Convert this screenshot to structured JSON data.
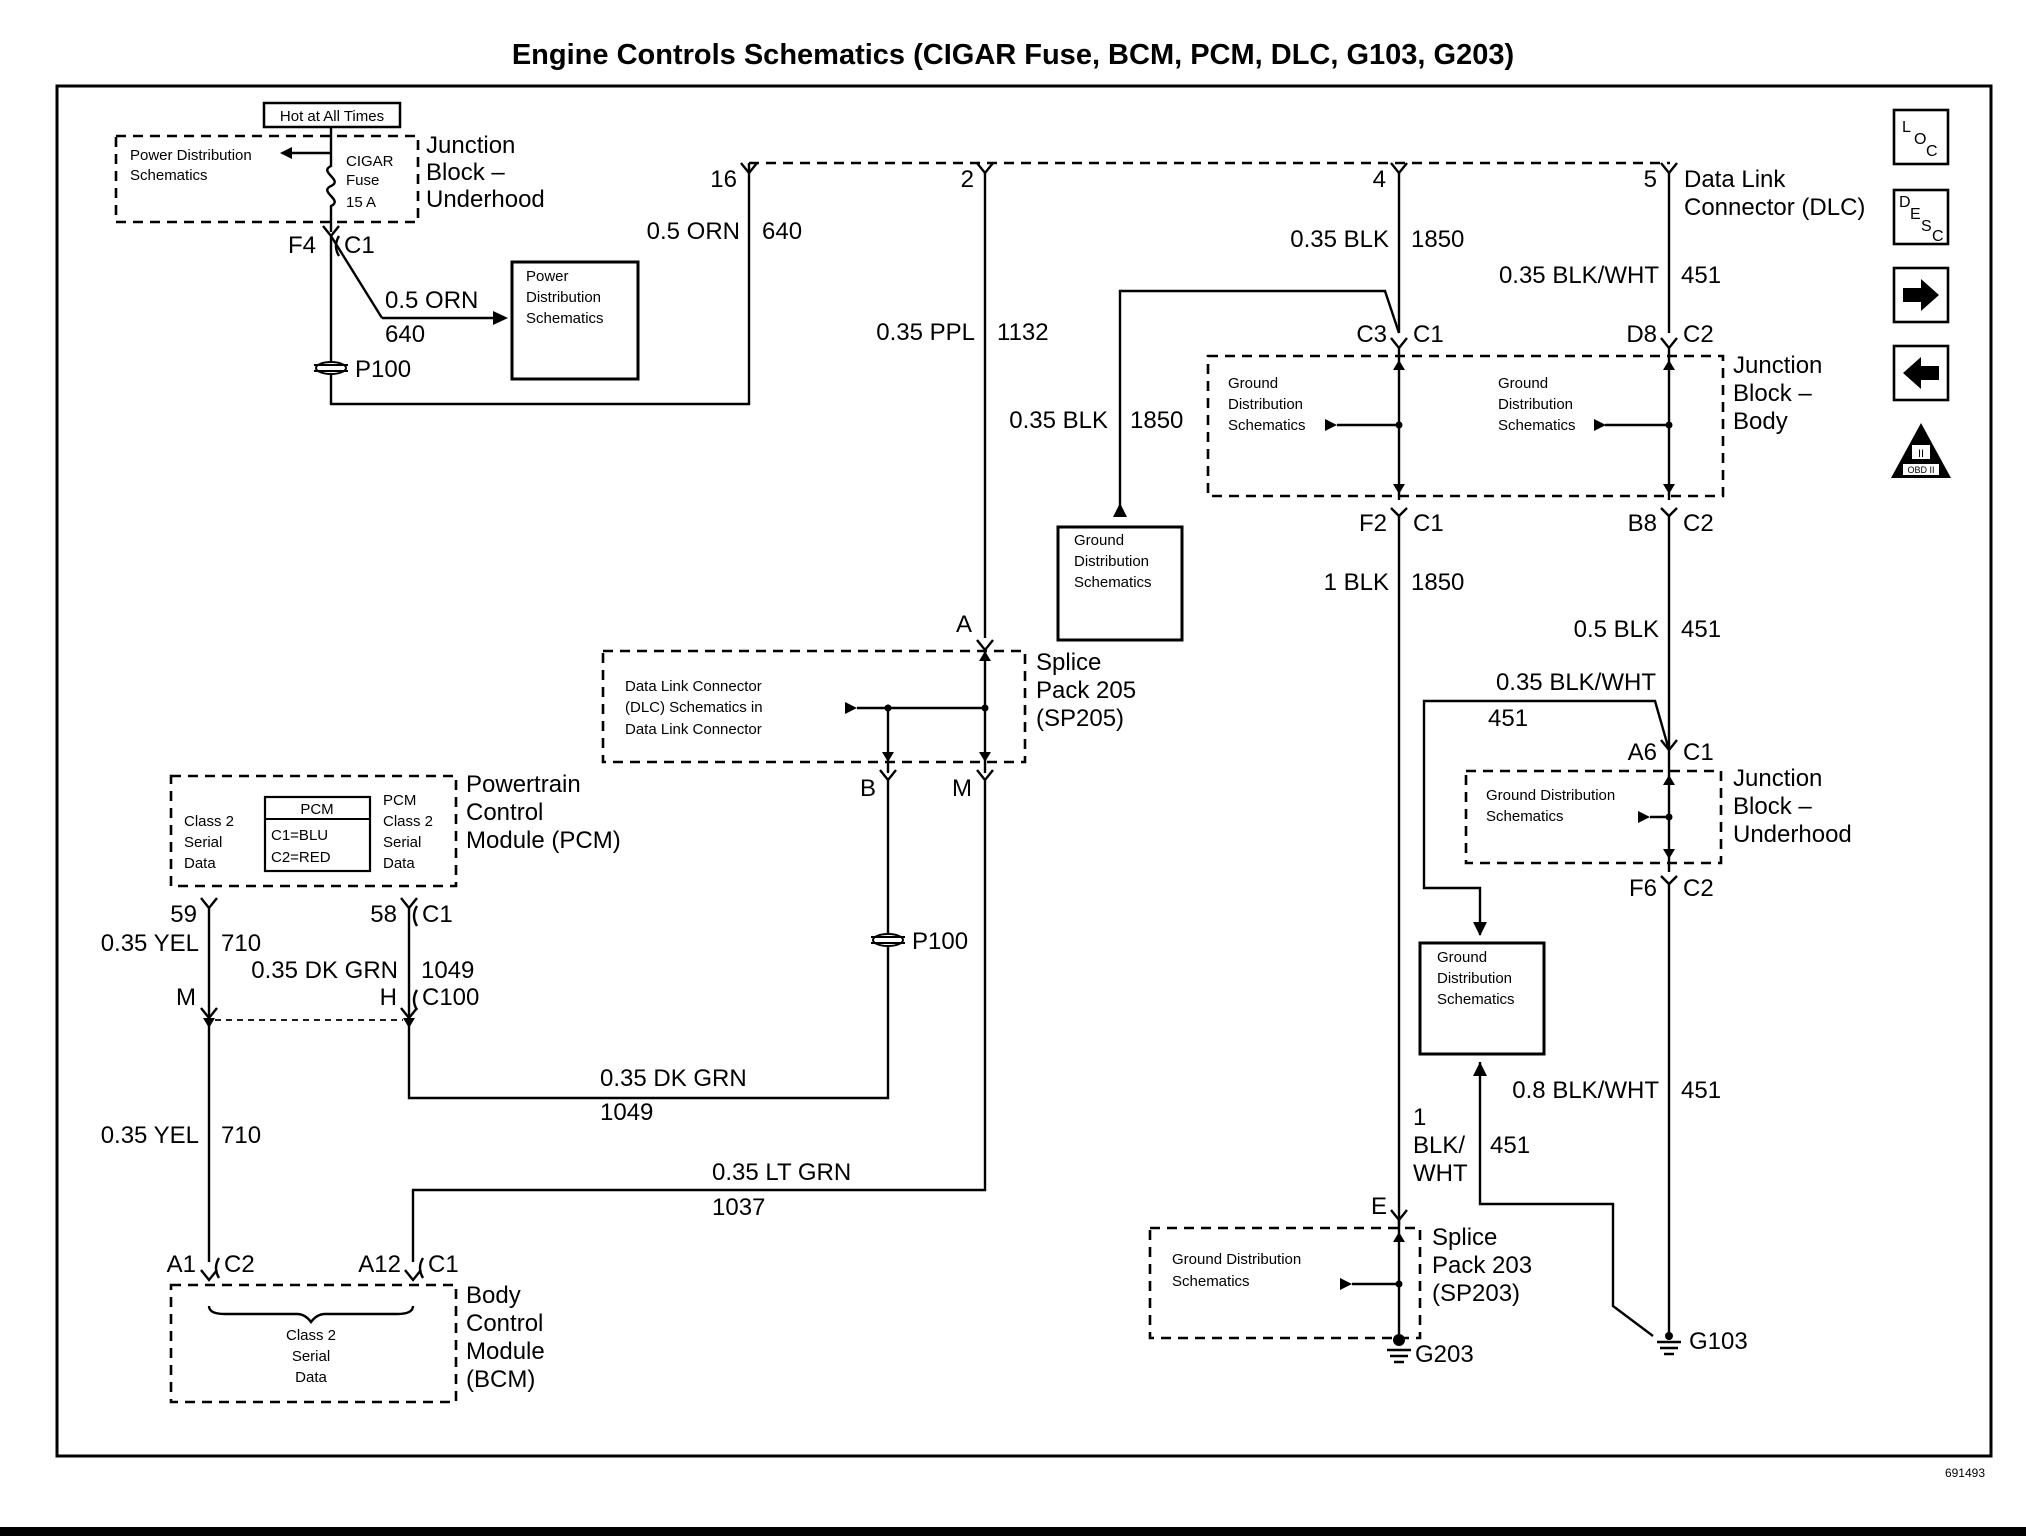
{
  "title": "Engine Controls Schematics (CIGAR Fuse, BCM, PCM, DLC, G103, G203)",
  "hot_at_all_times": "Hot at All Times",
  "fuse": {
    "ref_power_distribution": "Power Distribution",
    "ref_schematics": "Schematics",
    "fuse_name": "CIGAR",
    "fuse_word": "Fuse",
    "fuse_rating": "15 A",
    "component_line1": "Junction",
    "component_line2": "Block –",
    "component_line3": "Underhood",
    "pin": "F4",
    "connector": "C1"
  },
  "power_dist_box": {
    "line1": "Power",
    "line2": "Distribution",
    "line3": "Schematics"
  },
  "wire_orn_640": {
    "size_color": "0.5 ORN",
    "circuit": "640",
    "size_color_upper": "0.5 ORN",
    "circuit_upper": "640"
  },
  "p100_top": "P100",
  "dlc": {
    "pin16": "16",
    "pin2": "2",
    "pin4": "4",
    "pin5": "5",
    "label_line1": "Data Link",
    "label_line2": "Connector (DLC)"
  },
  "wire_ppl_1132": {
    "size_color": "0.35 PPL",
    "circuit": "1132"
  },
  "wire_blk_1850_top": {
    "size_color": "0.35 BLK",
    "circuit": "1850"
  },
  "wire_blkwht_451_top": {
    "size_color": "0.35 BLK/WHT",
    "circuit": "451"
  },
  "wire_blk_1850_mid": {
    "size_color": "0.35 BLK",
    "circuit": "1850"
  },
  "ground_box_upper": {
    "line1": "Ground",
    "line2": "Distribution",
    "line3": "Schematics"
  },
  "jb_body": {
    "pin_c3": "C3",
    "conn_c3": "C1",
    "pin_d8": "D8",
    "conn_d8": "C2",
    "pin_f2": "F2",
    "conn_f2": "C1",
    "pin_b8": "B8",
    "conn_b8": "C2",
    "left_ref_line1": "Ground",
    "left_ref_line2": "Distribution",
    "left_ref_line3": "Schematics",
    "right_ref_line1": "Ground",
    "right_ref_line2": "Distribution",
    "right_ref_line3": "Schematics",
    "label_line1": "Junction",
    "label_line2": "Block –",
    "label_line3": "Body"
  },
  "wire_blk_1850_low": {
    "size_color": "1 BLK",
    "circuit": "1850"
  },
  "wire_blk_451_mid": {
    "size_color": "0.5 BLK",
    "circuit": "451"
  },
  "splice_205": {
    "pin_a": "A",
    "pin_b": "B",
    "pin_m": "M",
    "ref_line1": "Data Link Connector",
    "ref_line2": "(DLC) Schematics in",
    "ref_line3": "Data Link Connector",
    "label_line1": "Splice",
    "label_line2": "Pack 205",
    "label_line3": "(SP205)"
  },
  "pcm": {
    "inner_title": "PCM",
    "c1_text": "C1=BLU",
    "c2_text": "C2=RED",
    "left_line1": "Class 2",
    "left_line2": "Serial",
    "left_line3": "Data",
    "right_line1": "PCM",
    "right_line2": "Class 2",
    "right_line3": "Serial",
    "right_line4": "Data",
    "label_line1": "Powertrain",
    "label_line2": "Control",
    "label_line3": "Module (PCM)",
    "pin59": "59",
    "pin58": "58",
    "conn": "C1"
  },
  "wire_yel_710_upper": {
    "size_color": "0.35 YEL",
    "circuit": "710"
  },
  "wire_dkgrn_1049_upper": {
    "size_color": "0.35 DK GRN",
    "circuit": "1049"
  },
  "c100": {
    "pin_m": "M",
    "pin_h": "H",
    "conn": "C100"
  },
  "p100_mid": "P100",
  "wire_dkgrn_1049_lower": {
    "size_color": "0.35 DK GRN",
    "circuit": "1049"
  },
  "wire_yel_710_lower": {
    "size_color": "0.35 YEL",
    "circuit": "710"
  },
  "wire_ltgrn_1037": {
    "size_color": "0.35 LT GRN",
    "circuit": "1037"
  },
  "bcm": {
    "pin_a1": "A1",
    "conn_a1": "C2",
    "pin_a12": "A12",
    "conn_a12": "C1",
    "inner_line1": "Class 2",
    "inner_line2": "Serial",
    "inner_line3": "Data",
    "label_line1": "Body",
    "label_line2": "Control",
    "label_line3": "Module",
    "label_line4": "(BCM)"
  },
  "wire_blkwht_451_a": {
    "size_color": "0.35 BLK/WHT",
    "circuit": "451"
  },
  "jb_underhood": {
    "pin_a6": "A6",
    "conn_a6": "C1",
    "pin_f6": "F6",
    "conn_f6": "C2",
    "ref_line1": "Ground Distribution",
    "ref_line2": "Schematics",
    "label_line1": "Junction",
    "label_line2": "Block –",
    "label_line3": "Underhood"
  },
  "ground_box_lower": {
    "line1": "Ground",
    "line2": "Distribution",
    "line3": "Schematics"
  },
  "wire_blkwht_451_b": {
    "size_color": "0.8 BLK/WHT",
    "circuit": "451"
  },
  "wire_blkwht_451_c": {
    "size_line1": "1",
    "size_line2": "BLK/",
    "size_line3": "WHT",
    "circuit": "451"
  },
  "splice_203": {
    "pin_e": "E",
    "ref_line1": "Ground Distribution",
    "ref_line2": "Schematics",
    "label_line1": "Splice",
    "label_line2": "Pack 203",
    "label_line3": "(SP203)"
  },
  "g203": "G203",
  "g103": "G103",
  "nav": {
    "loc_letters": [
      "L",
      "O",
      "C"
    ],
    "desc_letters": [
      "D",
      "E",
      "S",
      "C"
    ],
    "next_icon": "arrow-right-icon",
    "prev_icon": "arrow-left-icon",
    "obd_label": "OBD II"
  },
  "figure_code": "691493"
}
